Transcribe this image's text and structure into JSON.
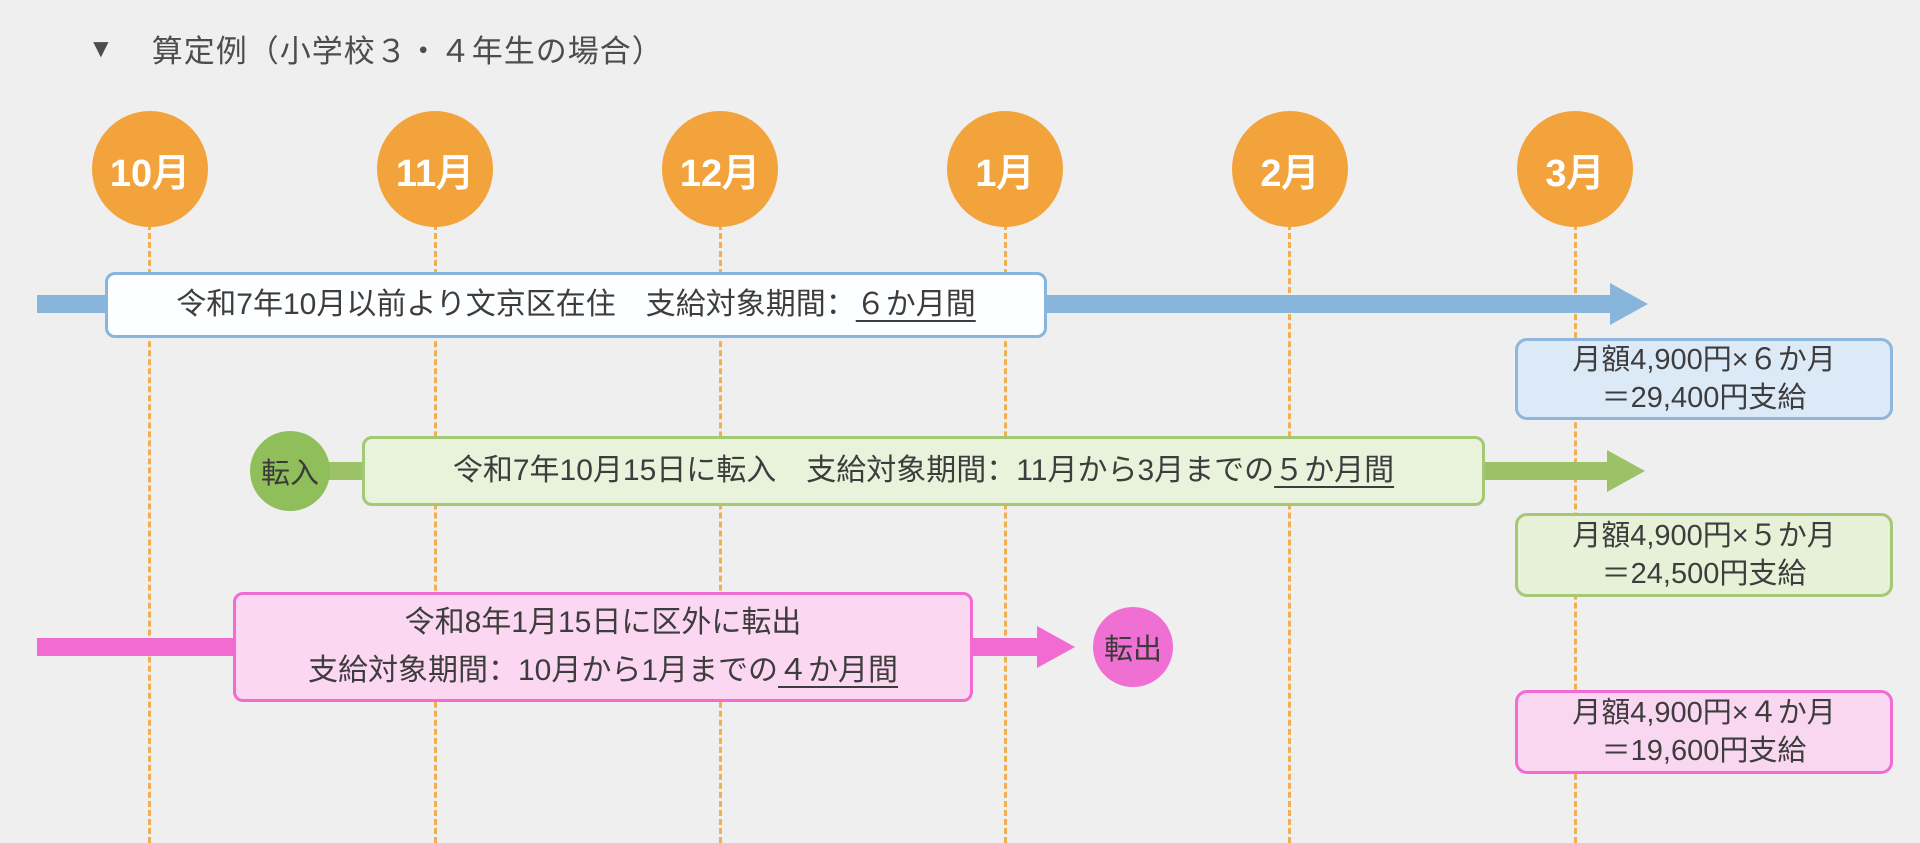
{
  "header": {
    "marker": "▼",
    "title": "算定例（小学校３・４年生の場合）"
  },
  "months": [
    {
      "label": "10月"
    },
    {
      "label": "11月"
    },
    {
      "label": "12月"
    },
    {
      "label": "1月"
    },
    {
      "label": "2月"
    },
    {
      "label": "3月"
    }
  ],
  "timelines": {
    "resident": {
      "label_prefix": "令和7年10月以前より文京区在住　支給対象期間：",
      "label_underline": "６か月間",
      "result_line1": "月額4,900円×６か月",
      "result_line2": "＝29,400円支給"
    },
    "move_in": {
      "badge": "転入",
      "label_prefix": "令和7年10月15日に転入　支給対象期間：11月から3月までの",
      "label_underline": "５か月間",
      "result_line1": "月額4,900円×５か月",
      "result_line2": "＝24,500円支給"
    },
    "move_out": {
      "badge": "転出",
      "label_line1": "令和8年1月15日に区外に転出",
      "label_line2_prefix": "支給対象期間：10月から1月までの",
      "label_underline": "４か月間",
      "result_line1": "月額4,900円×４か月",
      "result_line2": "＝19,600円支給"
    }
  },
  "colors": {
    "background": "#efefef",
    "month_orange": "#f2a33c",
    "gridline_orange": "#f3ae52",
    "timeline_blue": "#88b5dc",
    "timeline_green": "#9cc268",
    "badge_green": "#8fbe5b",
    "timeline_pink": "#f16bd3",
    "badge_pink": "#ef6fd3",
    "text": "#3d3d3d"
  }
}
